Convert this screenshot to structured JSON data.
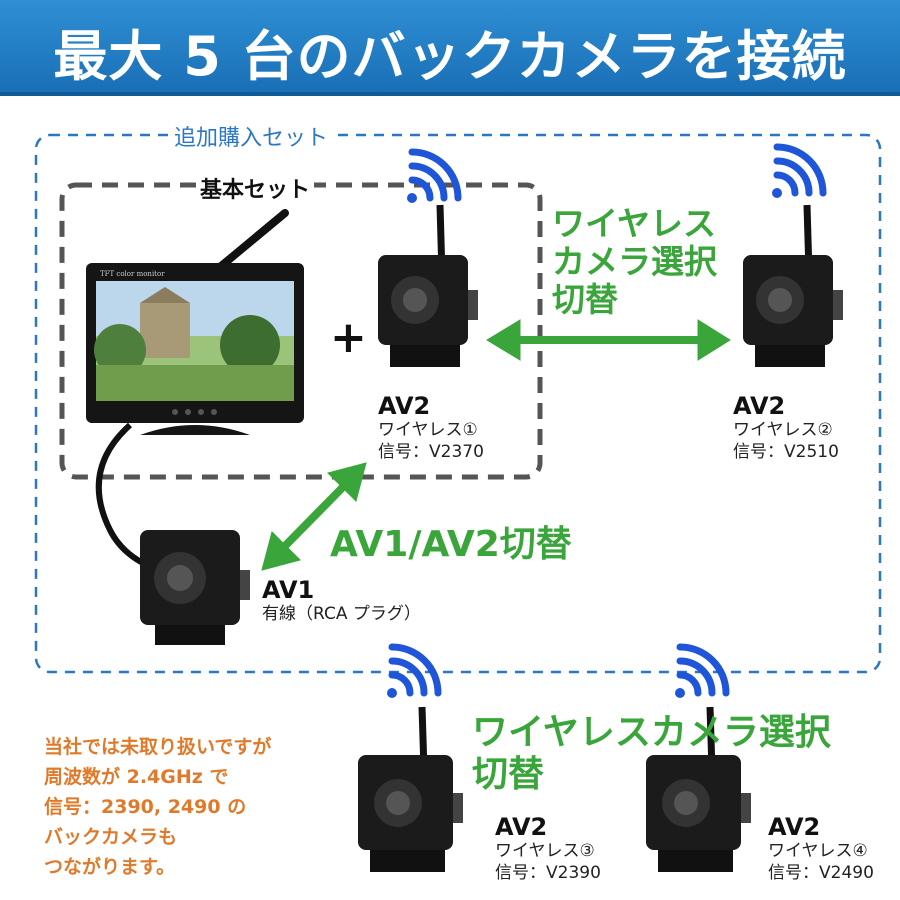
{
  "header": {
    "title": "最大 5 台のバックカメラを接続"
  },
  "groups": {
    "additional_set": "追加購入セット",
    "basic_set": "基本セット"
  },
  "plus_sign": "+",
  "monitor": {
    "screen_text": "TFT color monitor"
  },
  "switch_labels": {
    "wireless_select_top": [
      "ワイヤレス",
      "カメラ選択",
      "切替"
    ],
    "av_switch": "AV1/AV2切替",
    "wireless_select_bottom": [
      "ワイヤレスカメラ選択",
      "切替"
    ]
  },
  "cameras": [
    {
      "channel": "AV2",
      "type": "ワイヤレス①",
      "signal": "信号：V2370"
    },
    {
      "channel": "AV2",
      "type": "ワイヤレス②",
      "signal": "信号：V2510"
    },
    {
      "channel": "AV1",
      "type": "有線（RCA プラグ）",
      "signal": ""
    },
    {
      "channel": "AV2",
      "type": "ワイヤレス③",
      "signal": "信号：V2390"
    },
    {
      "channel": "AV2",
      "type": "ワイヤレス④",
      "signal": "信号：V2490"
    }
  ],
  "note_lines": [
    "当社では未取り扱いですが",
    "周波数が 2.4GHz で",
    "信号：2390, 2490 の",
    "バックカメラも",
    "つながります。"
  ],
  "colors": {
    "banner": "#1f7ac4",
    "green": "#3aa53a",
    "signal_blue": "#1f55d8",
    "note_orange": "#e07a2a",
    "dashed_blue": "#2a78c4"
  }
}
